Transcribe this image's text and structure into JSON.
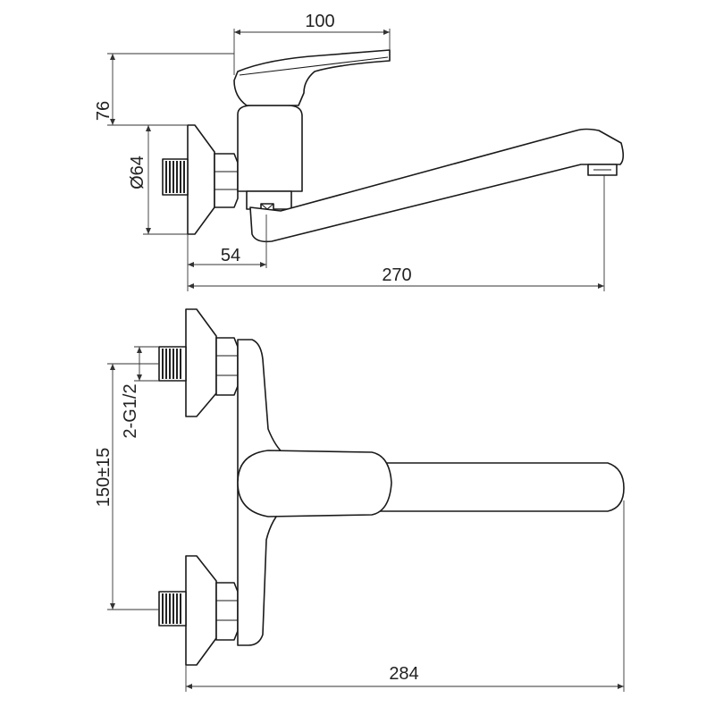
{
  "dimensions": {
    "top_width": "100",
    "handle_height": "76",
    "flange_diameter": "Ø64",
    "wall_offset": "54",
    "spout_reach": "270",
    "inlet_thread": "2-G1/2",
    "inlet_spacing": "150±15",
    "total_length": "284"
  },
  "colors": {
    "line": "#1a1a1a",
    "background": "#ffffff"
  }
}
